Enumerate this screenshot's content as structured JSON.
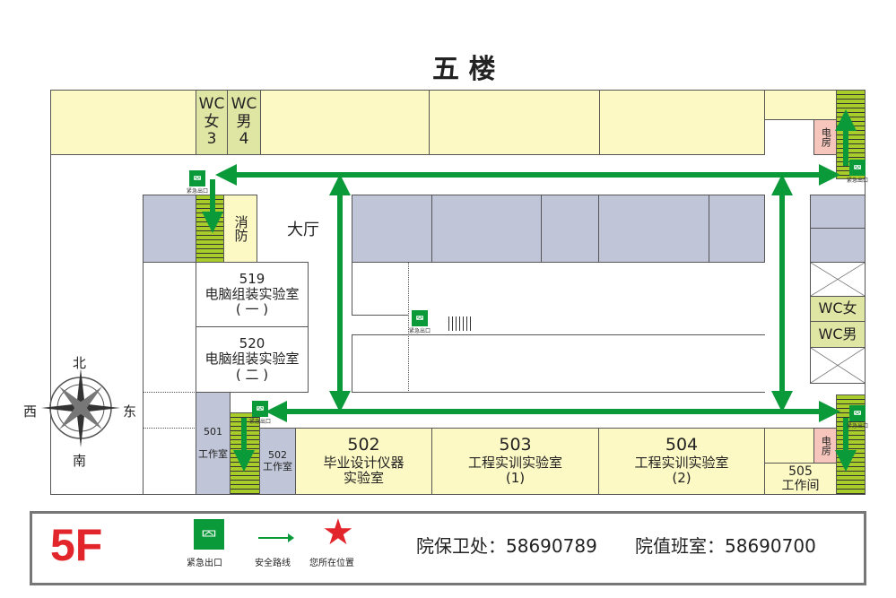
{
  "title": "五 楼",
  "rooms": {
    "wc_f3": [
      "WC",
      "女",
      "3"
    ],
    "wc_m4": [
      "WC",
      "男",
      "4"
    ],
    "power_top": "电房",
    "fire": "消防",
    "hall": "大厅",
    "r519": {
      "num": "519",
      "name": "电脑组装实验室",
      "sub": "( 一 )"
    },
    "r520": {
      "num": "520",
      "name": "电脑组装实验室",
      "sub": "( 二 )"
    },
    "wc_f": "WC女",
    "wc_m": "WC男",
    "r501": {
      "num": "501",
      "name": "工作室"
    },
    "r502w": {
      "num": "502",
      "name": "工作室"
    },
    "r502": {
      "num": "502",
      "name": "毕业设计仪器",
      "name2": "实验室"
    },
    "r503": {
      "num": "503",
      "name": "工程实训实验室",
      "sub": "(1)"
    },
    "r504": {
      "num": "504",
      "name": "工程实训实验室",
      "sub": "(2)"
    },
    "power_bottom": "电房",
    "r505": {
      "num": "505",
      "name": "工作间"
    }
  },
  "exit_label": "紧急出口",
  "compass": {
    "n": "北",
    "s": "南",
    "w": "西",
    "e": "东"
  },
  "legend": {
    "floor": "5F",
    "exit": "紧急出口",
    "route": "安全路线",
    "here": "您所在位置",
    "security": "院保卫处：58690789",
    "duty": "院值班室：58690700"
  },
  "colors": {
    "route": "#0a9a3a",
    "floor": "#e2242b"
  }
}
